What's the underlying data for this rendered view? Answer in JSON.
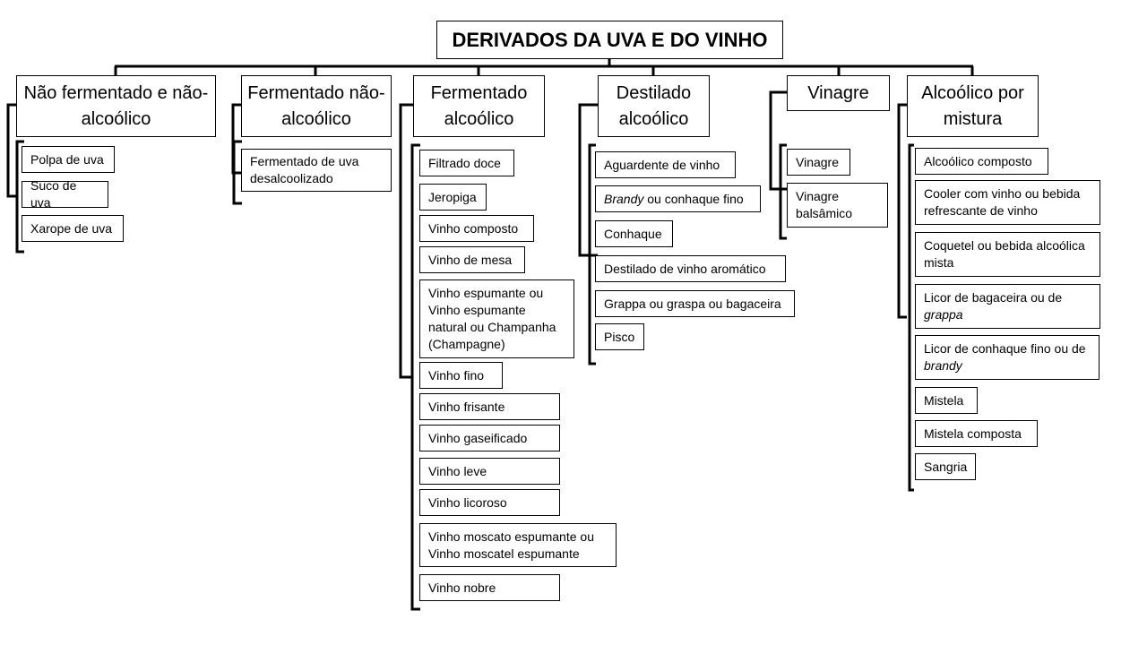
{
  "title": "DERIVADOS DA UVA E DO VINHO",
  "categories": [
    {
      "label": "Não fermentado e não-alcoólico",
      "items": [
        "Polpa de uva",
        "Suco de uva",
        "Xarope de uva"
      ]
    },
    {
      "label": "Fermentado não-alcoólico",
      "items": [
        "Fermentado de uva desalcoolizado"
      ]
    },
    {
      "label": "Fermentado alcoólico",
      "items": [
        "Filtrado doce",
        "Jeropiga",
        "Vinho composto",
        "Vinho de mesa",
        "Vinho espumante ou Vinho espumante natural ou Champanha (Champagne)",
        "Vinho fino",
        "Vinho frisante",
        "Vinho gaseificado",
        "Vinho leve",
        "Vinho licoroso",
        "Vinho moscato espumante ou Vinho moscatel espumante",
        "Vinho nobre"
      ]
    },
    {
      "label": "Destilado alcoólico",
      "items": [
        "Aguardente de vinho",
        "Brandy ou conhaque fino",
        "Conhaque",
        "Destilado de vinho aromático",
        "Grappa ou graspa ou bagaceira",
        "Pisco"
      ]
    },
    {
      "label": "Vinagre",
      "items": [
        "Vinagre",
        "Vinagre balsâmico"
      ]
    },
    {
      "label": "Alcoólico por mistura",
      "items": [
        "Alcoólico composto",
        "Cooler com vinho ou bebida refrescante de vinho",
        "Coquetel ou bebida alcoólica mista",
        "Licor de bagaceira ou de grappa",
        "Licor de conhaque fino ou de brandy",
        "Mistela",
        "Mistela composta",
        "Sangria"
      ]
    }
  ]
}
